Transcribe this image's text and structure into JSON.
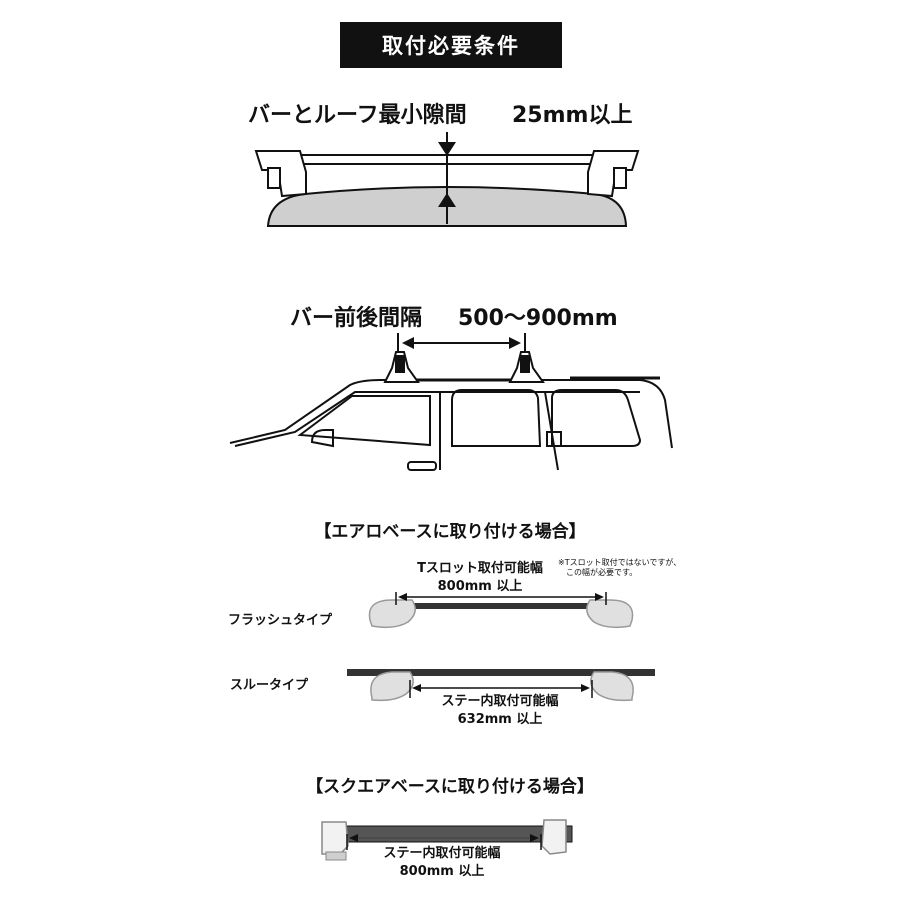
{
  "header": {
    "title": "取付必要条件"
  },
  "clearance": {
    "label": "バーとルーフ最小隙間",
    "value": "25mm以上"
  },
  "spacing": {
    "label": "バー前後間隔",
    "value": "500〜900mm"
  },
  "aero": {
    "heading": "【エアロベースに取り付ける場合】",
    "flush": {
      "type_label": "フラッシュタイプ",
      "dim_label": "Tスロット取付可能幅",
      "dim_value": "800mm 以上",
      "note_line1": "※Tスロット取付ではないですが、",
      "note_line2": "この幅が必要です。"
    },
    "through": {
      "type_label": "スルータイプ",
      "dim_label": "ステー内取付可能幅",
      "dim_value": "632mm 以上"
    }
  },
  "square": {
    "heading": "【スクエアベースに取り付ける場合】",
    "dim_label": "ステー内取付可能幅",
    "dim_value": "800mm 以上"
  }
}
